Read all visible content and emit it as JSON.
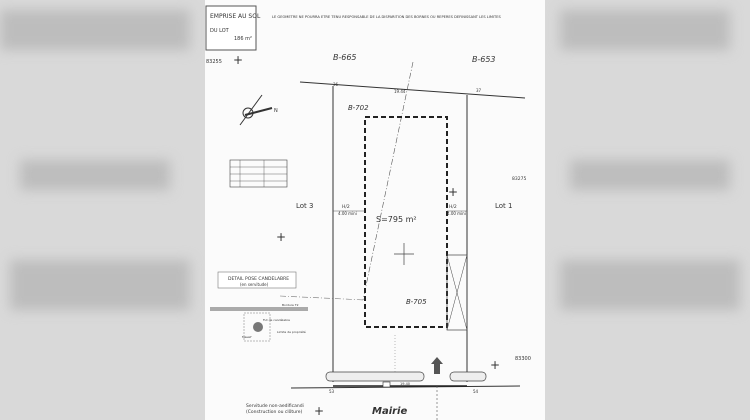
{
  "header": {
    "disclaimer": "LE GEOMETRE NE POURRA ETRE TENU RESPONSABLE DE LA DISPARITION DES BORNES OU REPERES DEFINISSANT LES LIMITES"
  },
  "emprise": {
    "title": "EMPRISE AU SOL",
    "lot_label": "DU LOT",
    "value": "186 m²"
  },
  "parcels": {
    "north_left": "B-665",
    "north_right": "B-653",
    "lot_top": "B-702",
    "lot_bottom": "B-705",
    "west": "Lot 3",
    "east": "Lot 1"
  },
  "lot": {
    "area": "S=795 m²",
    "setback_label": "H/2",
    "setback_value": "4.00 mini",
    "top_dim": "19.44",
    "bottom_dim": "19.40"
  },
  "points": {
    "p1": "83255",
    "p2": "83275",
    "p3": "83300",
    "b1": "36",
    "b2": "37",
    "b3": "53",
    "b4": "54"
  },
  "north": "N",
  "detail": {
    "title": "DETAIL POSE CANDELABRE",
    "subtitle": "(en servitude)",
    "label1": "Bordure T2",
    "label2": "Fut de candélabre",
    "label3": "Limite de propriété",
    "label4": "Massif"
  },
  "servitude": {
    "line1": "Servitude non-aedificandi",
    "line2": "(Construction ou clôture)"
  },
  "road": "Mairie",
  "colors": {
    "ink": "#333333",
    "paper": "#fbfbfb",
    "background": "#d9d9d9"
  }
}
